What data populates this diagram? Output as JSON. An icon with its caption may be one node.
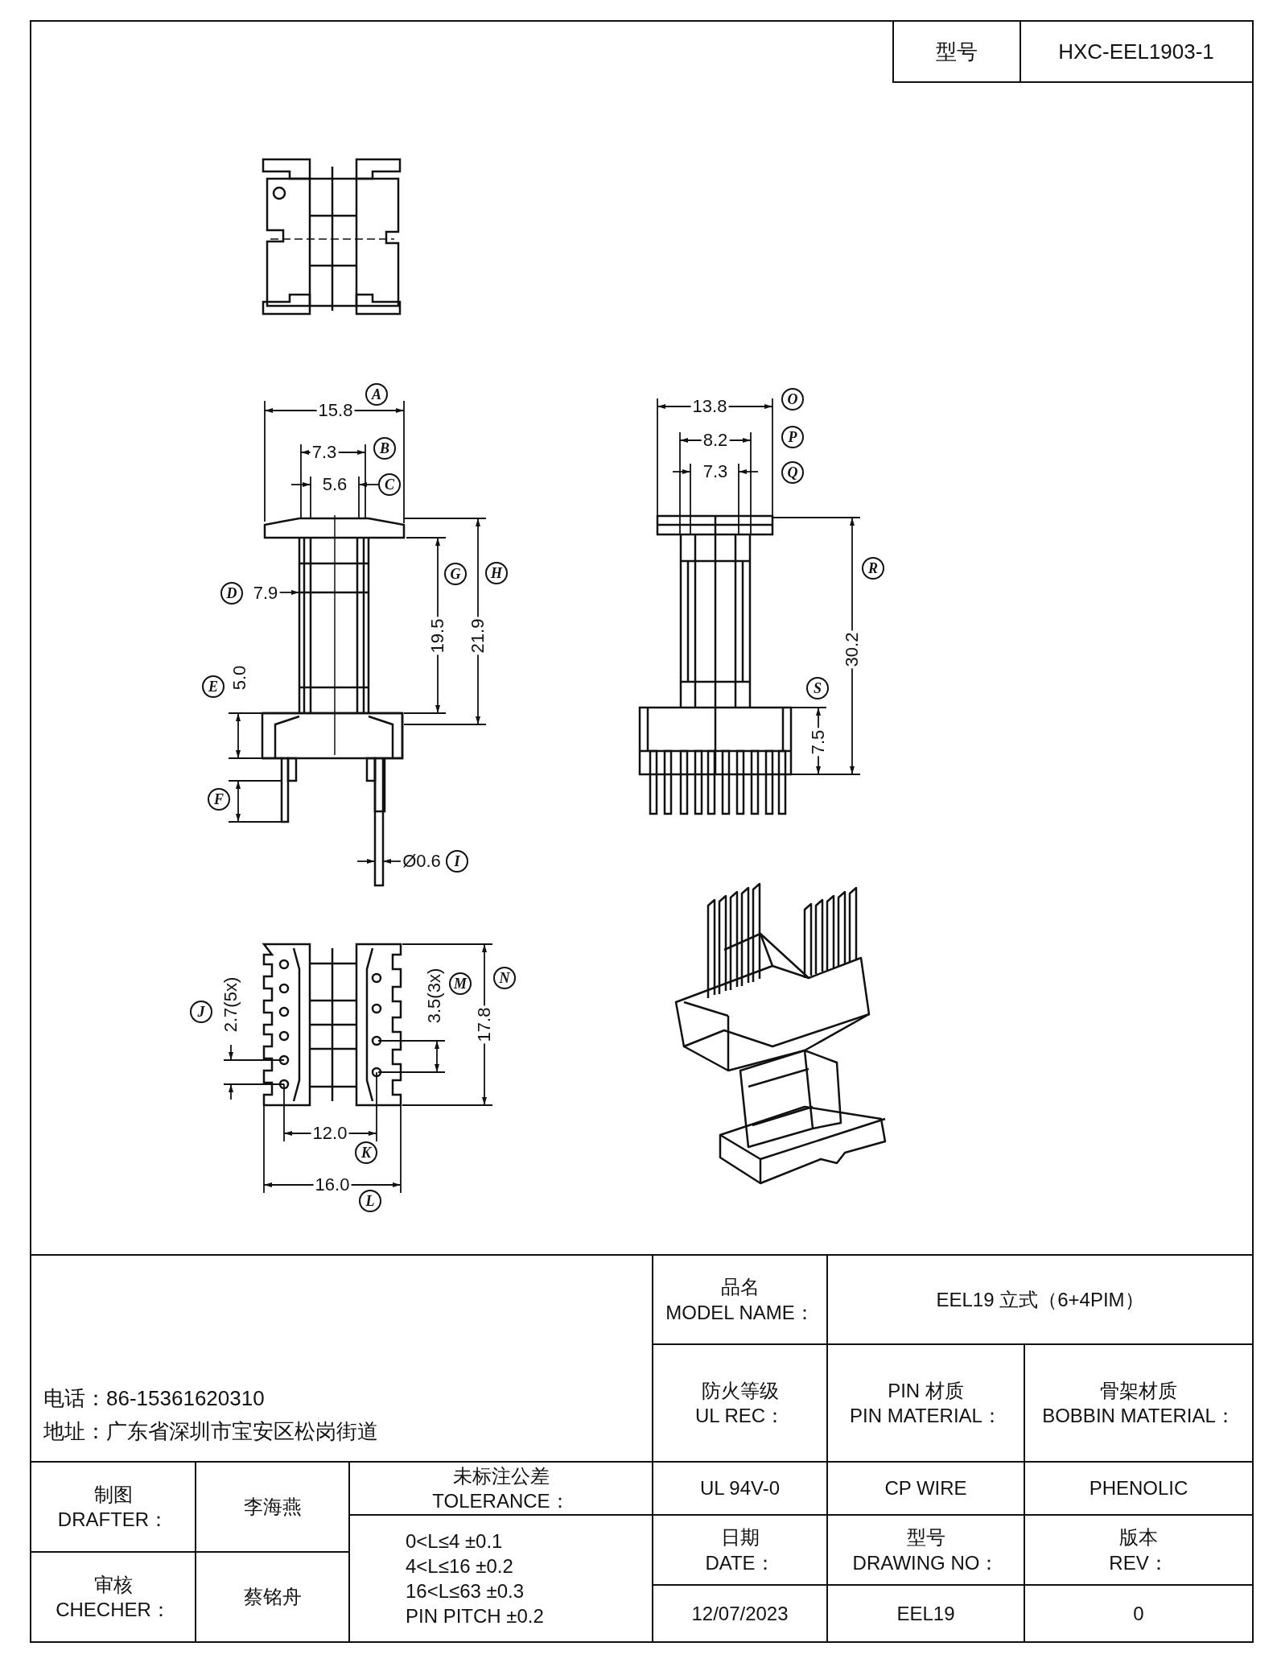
{
  "diagram": {
    "labels": [
      "型号",
      "HXC-EEL1903-1",
      "15.8",
      "A",
      "7.3",
      "B",
      "5.6",
      "C",
      "D",
      "7.9",
      "G",
      "H",
      "19.5",
      "21.9",
      "E",
      "5.0",
      "F",
      "Ø0.6",
      "I",
      "13.8",
      "O",
      "8.2",
      "P",
      "7.3",
      "Q",
      "R",
      "30.2",
      "S",
      "7.5",
      "J",
      "2.7(5x)",
      "3.5(3x)",
      "M",
      "N",
      "17.8",
      "12.0",
      "K",
      "16.0",
      "L",
      "品名",
      "MODEL NAME：",
      "EEL19 立式（6+4PIM）",
      "电话：86-15361620310",
      "地址：广东省深圳市宝安区松岗街道",
      "防火等级",
      "UL REC：",
      "PIN 材质",
      "PIN MATERIAL：",
      "骨架材质",
      "BOBBIN MATERIAL：",
      "制图",
      "DRAFTER：",
      "李海燕",
      "未标注公差",
      "TOLERANCE：",
      "UL 94V-0",
      "CP WIRE",
      "PHENOLIC",
      "0<L≤4 ±0.1",
      "4<L≤16 ±0.2",
      "16<L≤63 ±0.3",
      "PIN PITCH ±0.2",
      "日期",
      "DATE：",
      "型号",
      "DRAWING NO：",
      "版本",
      "REV：",
      "审核",
      "CHECHER：",
      "蔡铭舟",
      "12/07/2023",
      "EEL19",
      "0"
    ]
  }
}
